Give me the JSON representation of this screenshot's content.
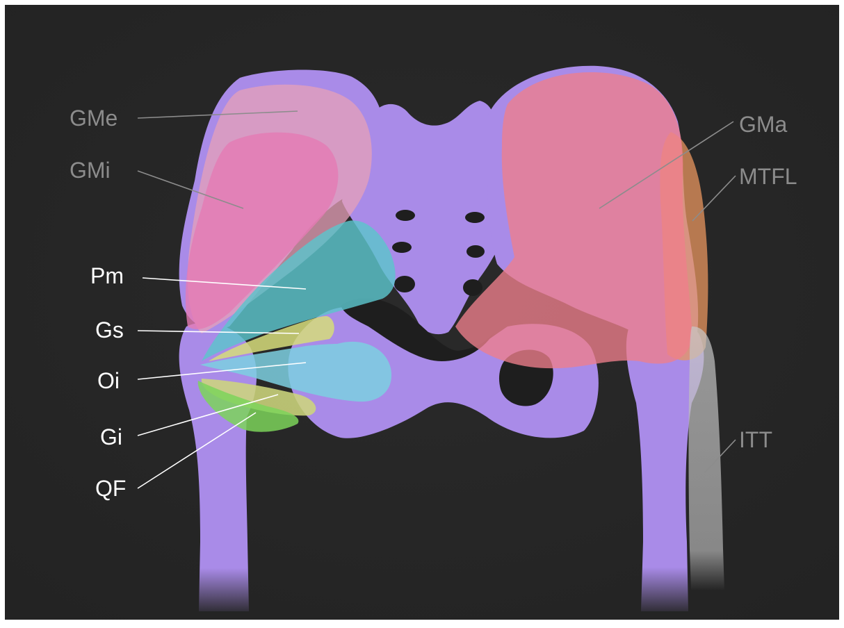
{
  "labels": {
    "gme": "GMe",
    "gmi": "GMi",
    "pm": "Pm",
    "gs": "Gs",
    "oi": "Oi",
    "gi": "Gi",
    "qf": "QF",
    "gma": "GMa",
    "mtfl": "MTFL",
    "itt": "ITT"
  },
  "colors": {
    "background": "#232323",
    "bone": "#a98be8",
    "bone_dark": "#7a48d6",
    "gluteus_medius": "#e7a0b8",
    "gluteus_minimus": "#e57ab4",
    "gluteus_maximus": "#ee7f8c",
    "tensor_fasciae_latae": "#e8955f",
    "piriformis": "#5cc4cc",
    "gemellus_superior": "#d6dc7a",
    "obturator_internus": "#7ccfe0",
    "gemellus_inferior": "#cdd57c",
    "quadratus_femoris": "#7dd35a",
    "iliotibial_tract": "#b8b8b8",
    "label_primary": "#ffffff",
    "label_muted": "#8c8c8c"
  }
}
